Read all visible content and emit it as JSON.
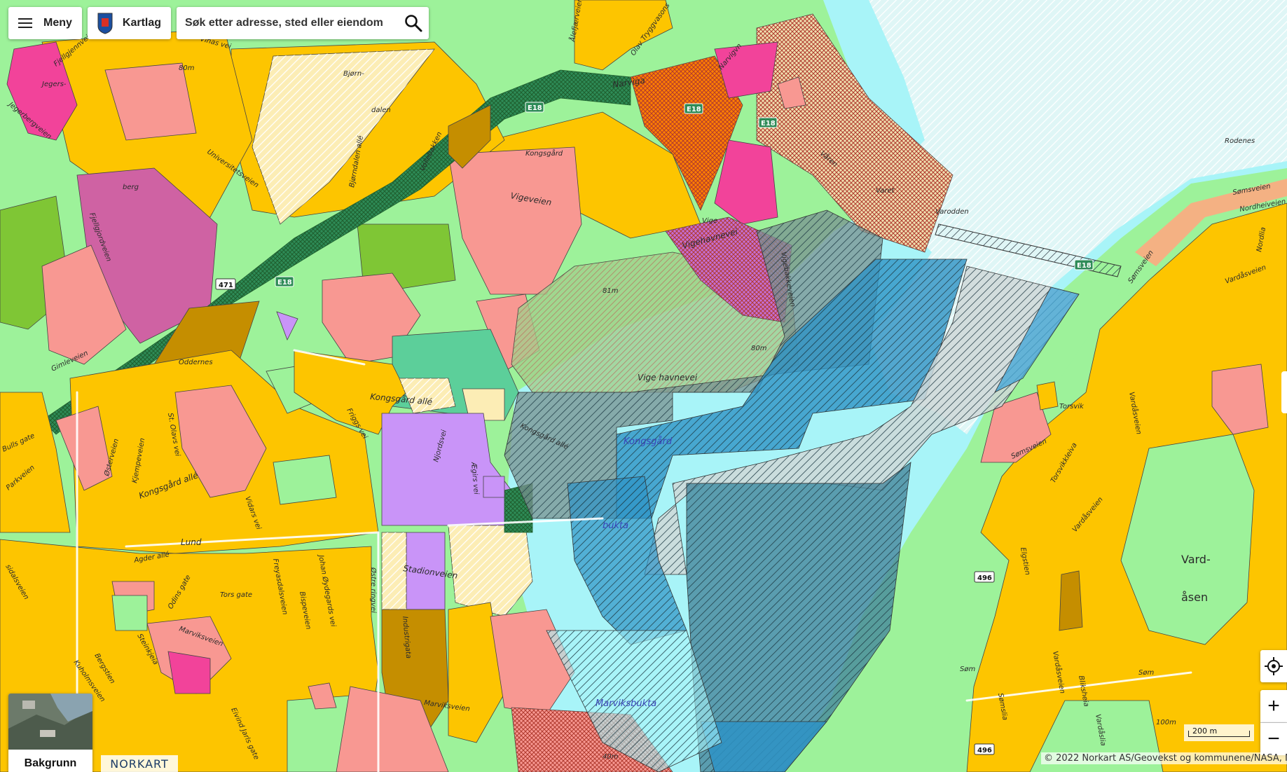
{
  "toolbar": {
    "menu_label": "Meny",
    "layers_label": "Kartlag"
  },
  "search": {
    "placeholder": "Søk etter adresse, sted eller eiendom"
  },
  "map": {
    "labels": {
      "jegers": "Jegers-",
      "jegerbergveien": "Jegerbergveien",
      "fjellgjennveien": "Fjellgjennveien",
      "vinas_vei": "Vinas vei",
      "bjorn": "Bjørn-",
      "dalen": "dalen",
      "universitetsveien": "Universitetsveien",
      "bjorndalen_alle": "Bjørndalen allé",
      "vollebakken": "Vollebakken",
      "berg": "berg",
      "fjellgjordveien": "Fjellgjordveien",
      "kongsgard": "Kongsgård",
      "vigeveien": "Vigeveien",
      "alefjerveien": "Ålefjærveien",
      "olav_tryggvasons": "Olav Tryggvasons",
      "narvigvn": "Narvigvn",
      "narviga": "Narviga",
      "varen": "Våren",
      "varet": "Varet",
      "varodden": "Varodden",
      "rodenes": "Rodenes",
      "somsveien_ne": "Sømsveien",
      "nordheiveien": "Nordheiveien",
      "nordlia": "Nordlia",
      "vardasveien_ne": "Vardåsveien",
      "somsveien_e": "Sømsveien",
      "vige": "Vige",
      "vigehavnevei": "Vigehavnevei",
      "vigebakkeveien": "Vigebakkeveien",
      "contour_81": "81m",
      "contour_80": "80m",
      "contour_80b": "80m",
      "contour_100": "100m",
      "contour_40": "40m",
      "vige_havnevei": "Vige havnevei",
      "gimleveien": "Gimleveien",
      "oddernes": "Oddernes",
      "kongsgard_alle_top": "Kongsgård allé",
      "friggs_vei": "Friggs vei",
      "njordsvei": "Njordsvei",
      "aegirs_vei": "Ægirs vei",
      "kongsgard_alle_sea": "Kongsgård allé",
      "kongsgard_sea": "Kongsgård",
      "bukta": "bukta",
      "bulls_gate": "Bulls gate",
      "parkveien": "Parkveien",
      "osterveien": "Østerveien",
      "kjempeveien": "Kjempeveien",
      "st_olavs_vei": "St. Olavs vei",
      "kongsgard_alle_w": "Kongsgård allé",
      "vidarsvei": "Vidars vei",
      "lund": "Lund",
      "agder_alle": "Agder allé",
      "odins_gate": "Odins gate",
      "tors_gate": "Tors gate",
      "freyasdalsveien": "Freyasdalsveien",
      "johan_oydegards_vei": "Johan Øydegards vei",
      "bispeveien": "Bispeveien",
      "ostre_ringvei": "Østre ringvei",
      "stadionveien": "Stadionveien",
      "industrigata": "Industrigata",
      "marviksveien_w": "Marviksveien",
      "marviksveien_s": "Marviksveien",
      "steinkjeia": "Steinkjeia",
      "bergstien": "Bergstien",
      "kuholmsveien": "Kuholmsveien",
      "eivind_jarls_gate": "Eivind Jarls gate",
      "sidalsveien": "sidalsveien",
      "marviksbukta": "Marviksbukta",
      "torsvik": "Torsvik",
      "somsveien_se": "Sømsveien",
      "torsvikkleiva": "Torsvikkleiva",
      "vardasveien_e": "Vardåsveien",
      "vardasveien_m": "Vardåsveien",
      "elgstien": "Elgstien",
      "vard": "Vard-",
      "asen": "åsen",
      "som_w": "Søm",
      "som_e": "Søm",
      "somslia": "Sømslia",
      "vardasveien_s": "Vardåsveien",
      "bliksheia": "Bliksheia",
      "vardaslia": "Vardåslia"
    },
    "shields": {
      "e18_a": "E18",
      "e18_b": "E18",
      "e18_c": "E18",
      "e18_d": "E18",
      "e18_e": "E18",
      "r471": "471",
      "r496a": "496",
      "r496b": "496"
    }
  },
  "controls": {
    "background_label": "Bakgrunn",
    "zoom_in": "+",
    "zoom_out": "−",
    "scale_label": "200 m"
  },
  "footer": {
    "provider_logo": "NORKART",
    "attribution": "© 2022 Norkart AS/Geovekst og kommunene/NASA, M"
  },
  "colors": {
    "residential": "#fdc500",
    "green": "#9df29a",
    "commercial": "#f89892",
    "sea": "#a8f4f8",
    "harbour": "#2e93c6",
    "industry": "#c58e00",
    "purple": "#c994f8"
  }
}
